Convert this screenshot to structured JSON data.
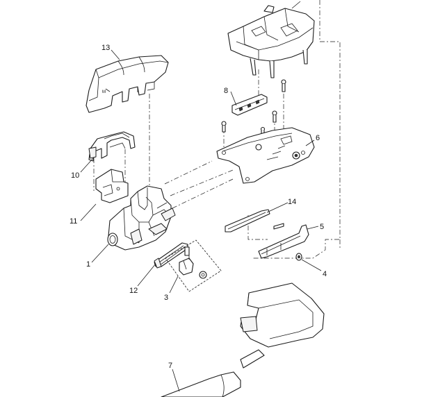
{
  "callouts": [
    {
      "id": "1",
      "label": "1"
    },
    {
      "id": "3",
      "label": "3"
    },
    {
      "id": "4",
      "label": "4"
    },
    {
      "id": "5",
      "label": "5"
    },
    {
      "id": "6",
      "label": "6"
    },
    {
      "id": "7",
      "label": "7"
    },
    {
      "id": "8",
      "label": "8"
    },
    {
      "id": "10",
      "label": "10"
    },
    {
      "id": "11",
      "label": "11"
    },
    {
      "id": "12",
      "label": "12"
    },
    {
      "id": "13",
      "label": "13"
    },
    {
      "id": "14",
      "label": "14"
    }
  ],
  "colors": {
    "line": "#1a1a1a",
    "background": "#ffffff"
  }
}
